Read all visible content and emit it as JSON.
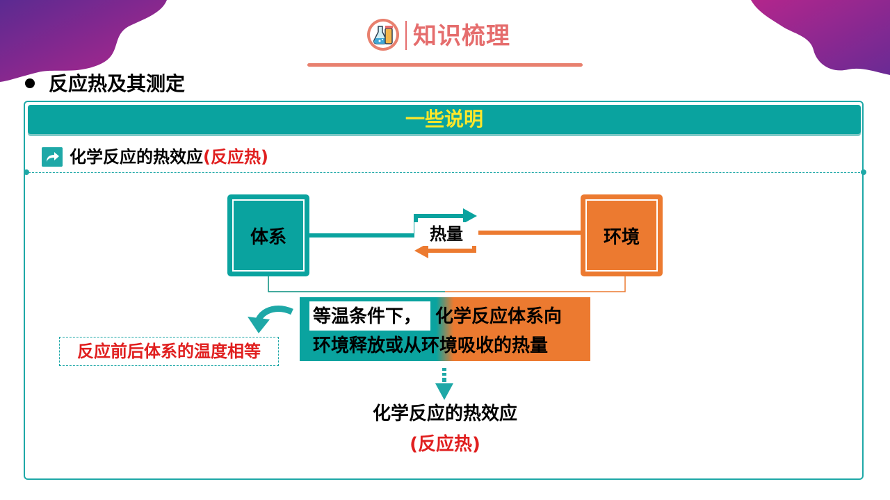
{
  "header": {
    "title": "知识梳理",
    "logo_icon": "chemistry-flask-icon"
  },
  "section": {
    "title": "反应热及其测定"
  },
  "panel": {
    "header_title": "一些说明",
    "sub_heading": {
      "text": "化学反应的热效应",
      "highlight": "(反应热)"
    },
    "diagram": {
      "system_label": "体系",
      "environment_label": "环境",
      "heat_label": "热量",
      "definition_part1": "等温条件下，",
      "definition_part2": "化学反应体系向",
      "definition_line2": "环境释放或从环境吸收的热量",
      "note": "反应前后体系的温度相等",
      "result_line1": "化学反应的热效应",
      "result_line2": "(反应热)"
    }
  },
  "colors": {
    "teal": "#0aa39f",
    "orange": "#ec7a30",
    "red": "#e01f1f",
    "yellow": "#ffe72a",
    "coral": "#e56d6d",
    "purple": "#7b2a8f"
  }
}
